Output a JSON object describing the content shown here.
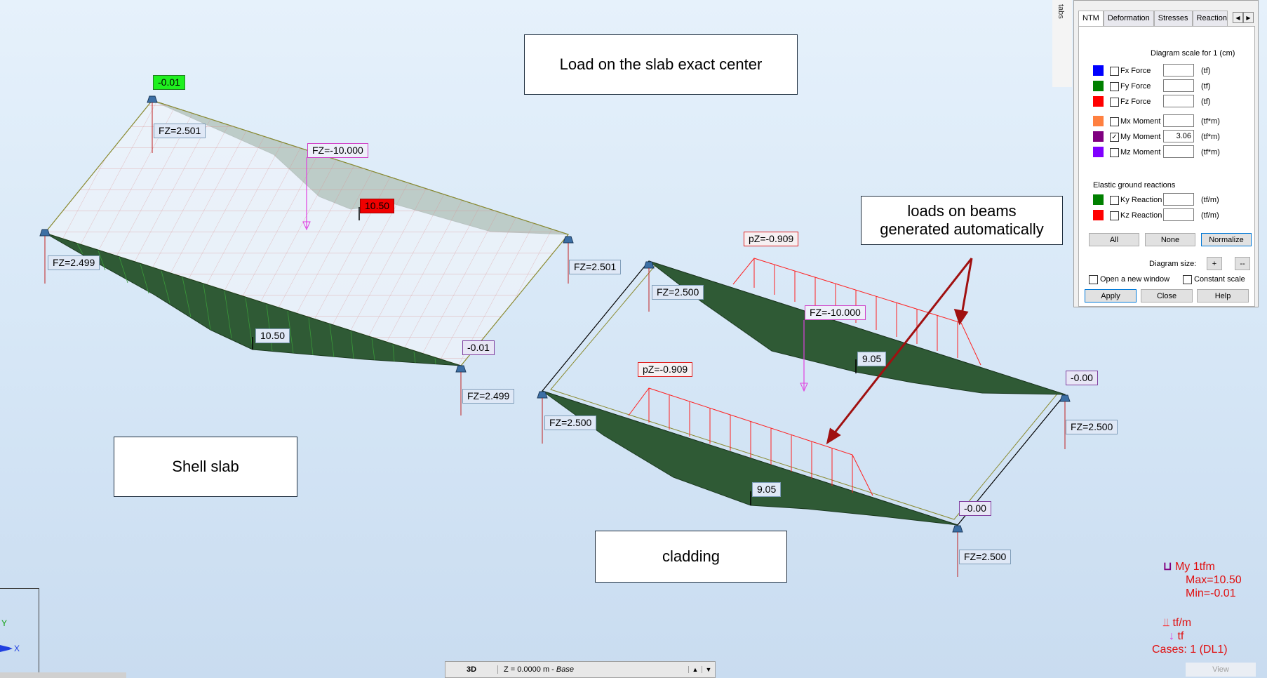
{
  "callouts": {
    "center_load": "Load on the slab exact center",
    "beam_loads_line1": "loads on beams",
    "beam_loads_line2": "generated automatically",
    "shell_slab": "Shell slab",
    "cladding": "cladding"
  },
  "slab_labels": {
    "top_moment": "-0.01",
    "fz_top": "FZ=2.501",
    "fz_center": "FZ=-10.000",
    "max_moment": "10.50",
    "fz_left": "FZ=2.499",
    "fz_right": "FZ=2.501",
    "mid_moment": "10.50",
    "bottom_moment": "-0.01",
    "fz_bottom": "FZ=2.499"
  },
  "cladding_labels": {
    "pz_top": "pZ=-0.909",
    "fz_top_left": "FZ=2.500",
    "fz_center": "FZ=-10.000",
    "moment_top": "9.05",
    "right_moment": "-0.00",
    "fz_right": "FZ=2.500",
    "pz_bottom": "pZ=-0.909",
    "fz_left": "FZ=2.500",
    "moment_bottom": "9.05",
    "bottom_moment": "-0.00",
    "fz_bottom": "FZ=2.500"
  },
  "panel": {
    "side_tab": "tabs",
    "tabs": [
      "NTM",
      "Deformation",
      "Stresses",
      "Reactions"
    ],
    "scale_title": "Diagram scale for 1  (cm)",
    "rows": [
      {
        "label": "Fx Force",
        "unit": "(tf)",
        "color": "#0000ff",
        "value": "",
        "checked": ""
      },
      {
        "label": "Fy Force",
        "unit": "(tf)",
        "color": "#008000",
        "value": "",
        "checked": ""
      },
      {
        "label": "Fz Force",
        "unit": "(tf)",
        "color": "#ff0000",
        "value": "",
        "checked": ""
      },
      {
        "label": "Mx Moment",
        "unit": "(tf*m)",
        "color": "#ff8040",
        "value": "",
        "checked": ""
      },
      {
        "label": "My Moment",
        "unit": "(tf*m)",
        "color": "#800080",
        "value": "3.06",
        "checked": "✓"
      },
      {
        "label": "Mz Moment",
        "unit": "(tf*m)",
        "color": "#8000ff",
        "value": "",
        "checked": ""
      }
    ],
    "elastic_title": "Elastic ground reactions",
    "reaction_rows": [
      {
        "label": "Ky Reaction",
        "unit": "(tf/m)",
        "color": "#008000",
        "value": "",
        "checked": ""
      },
      {
        "label": "Kz Reaction",
        "unit": "(tf/m)",
        "color": "#ff0000",
        "value": "",
        "checked": ""
      }
    ],
    "btn_all": "All",
    "btn_none": "None",
    "btn_normalize": "Normalize",
    "diagram_size": "Diagram size:",
    "btn_plus": "+",
    "btn_minus": "--",
    "open_new_window": "Open a new window",
    "constant_scale": "Constant scale",
    "btn_apply": "Apply",
    "btn_close": "Close",
    "btn_help": "Help"
  },
  "legend": {
    "line1": "My  1tfm",
    "line2": "Max=10.50",
    "line3": "Min=-0.01",
    "line4": "tf/m",
    "line5": "tf",
    "line6": "Cases: 1 (DL1)"
  },
  "axis": {
    "y": "Y",
    "x": "X"
  },
  "statusbar": {
    "mode": "3D",
    "z_value": "Z = 0.0000 m - ",
    "z_level": "Base"
  },
  "view_tab": "View",
  "colors": {
    "diagram_green": "#2f5a35",
    "load_red": "#ff2020",
    "load_pink": "#e040e0"
  }
}
